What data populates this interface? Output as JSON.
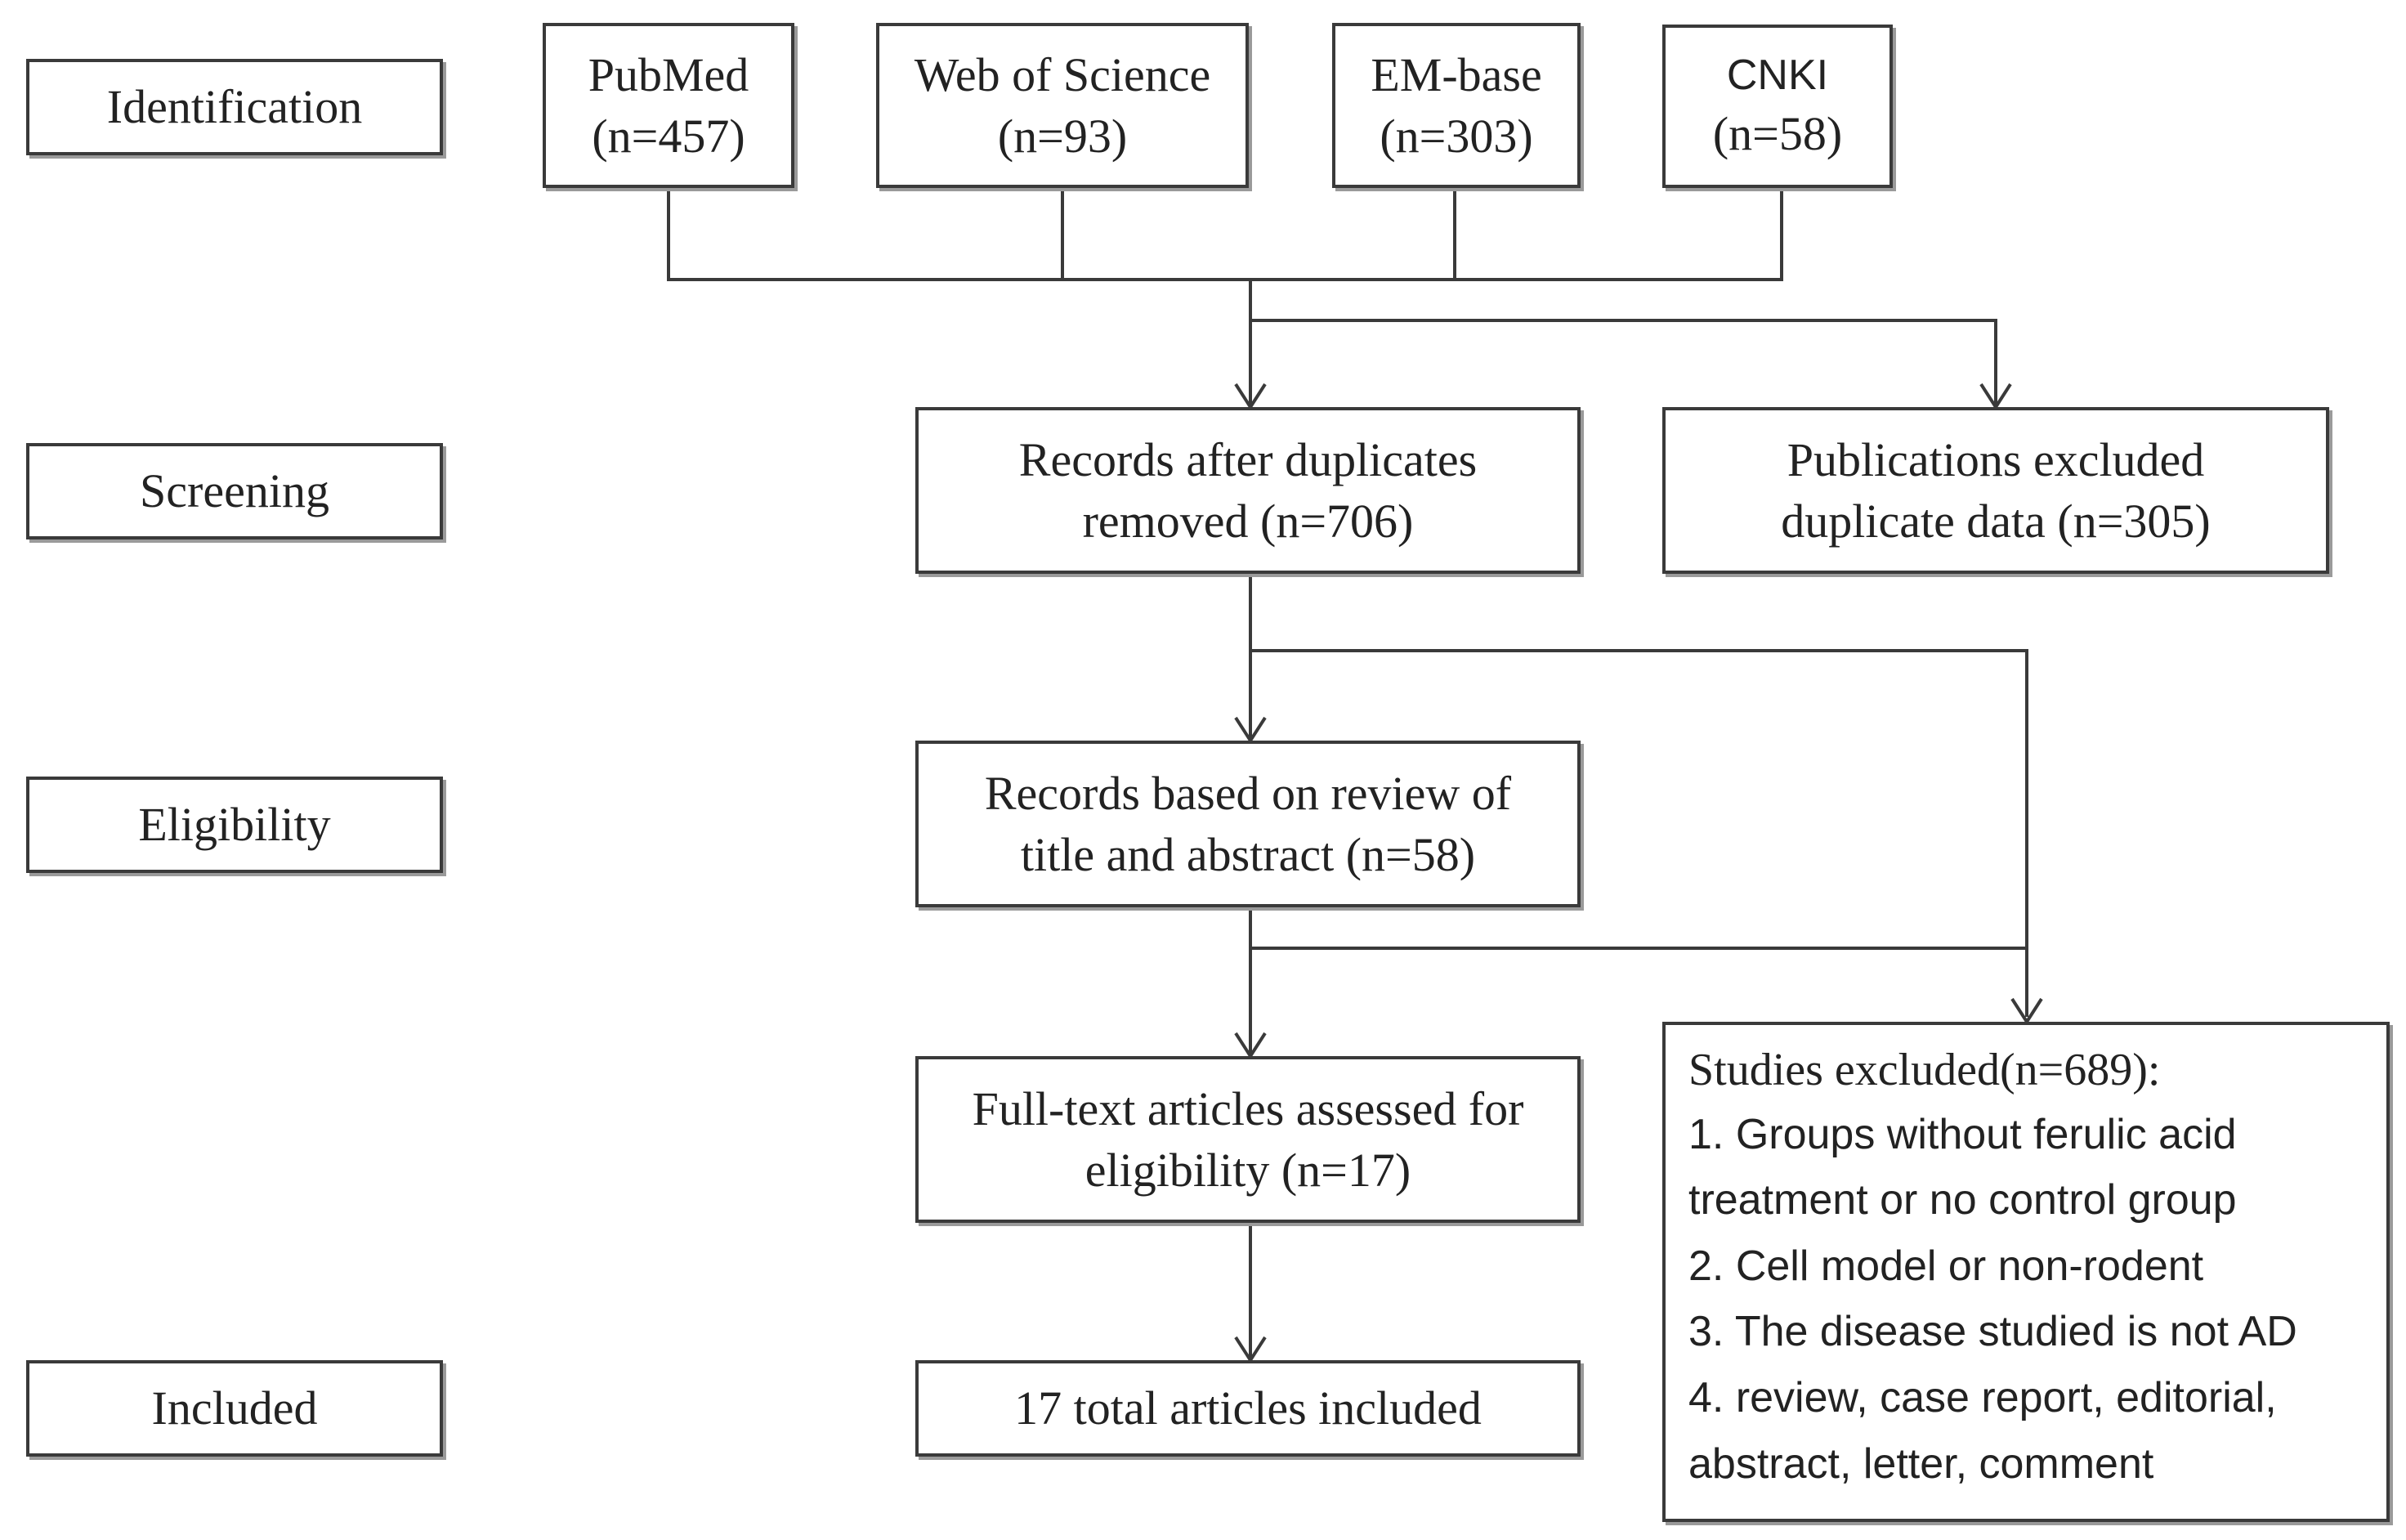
{
  "stages": {
    "identification": "Identification",
    "screening": "Screening",
    "eligibility": "Eligibility",
    "included": "Included"
  },
  "sources": [
    {
      "name": "PubMed",
      "count": "(n=457)"
    },
    {
      "name": "Web of Science",
      "count": "(n=93)"
    },
    {
      "name": "EM-base",
      "count": "(n=303)"
    },
    {
      "name": "CNKI",
      "count": "(n=58)"
    }
  ],
  "screening": {
    "records_line1": "Records after duplicates",
    "records_line2": "removed (n=706)",
    "excluded_line1": "Publications excluded",
    "excluded_line2": "duplicate data (n=305)"
  },
  "eligibility": {
    "review_line1": "Records based on review of",
    "review_line2": "title and abstract (n=58)",
    "fulltext_line1": "Full-text articles assessed for",
    "fulltext_line2": "eligibility (n=17)"
  },
  "studies_excluded": {
    "header": "Studies excluded(n=689):",
    "lines": [
      "1. Groups without ferulic acid",
      "treatment or no control group",
      "2. Cell model or non-rodent",
      "3. The disease studied is not AD",
      "4. review, case report, editorial,",
      "abstract, letter, comment"
    ]
  },
  "included": {
    "total": "17 total articles included"
  },
  "colors": {
    "stroke": "#3a3a3a",
    "shadow": "#9a9a9a",
    "text": "#222222",
    "background": "#ffffff"
  }
}
